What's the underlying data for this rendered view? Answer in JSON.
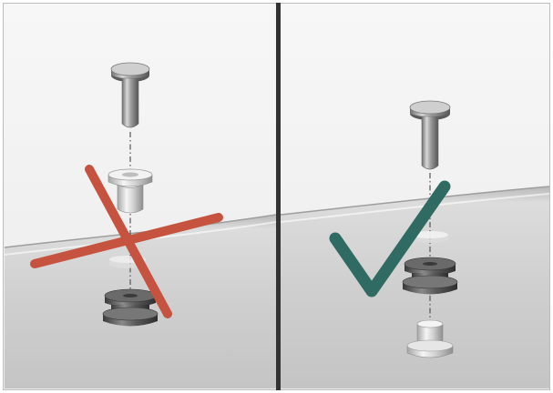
{
  "panels": [
    {
      "id": "incorrect",
      "verdict_icon": "red-cross-icon",
      "top_part": "rivet-pin",
      "middle_part": "grommet-sleeve",
      "bottom_part": "bobbin-spacer"
    },
    {
      "id": "correct",
      "verdict_icon": "green-check-icon",
      "top_part": "rivet-pin",
      "middle_part": "bobbin-spacer",
      "bottom_part": "grommet-sleeve"
    }
  ],
  "colors": {
    "cross": "#c5533f",
    "check": "#2f6b63",
    "divider": "#333333",
    "panel_bg": "#f4f4f4",
    "panel_surface": "#dcdcdc"
  }
}
